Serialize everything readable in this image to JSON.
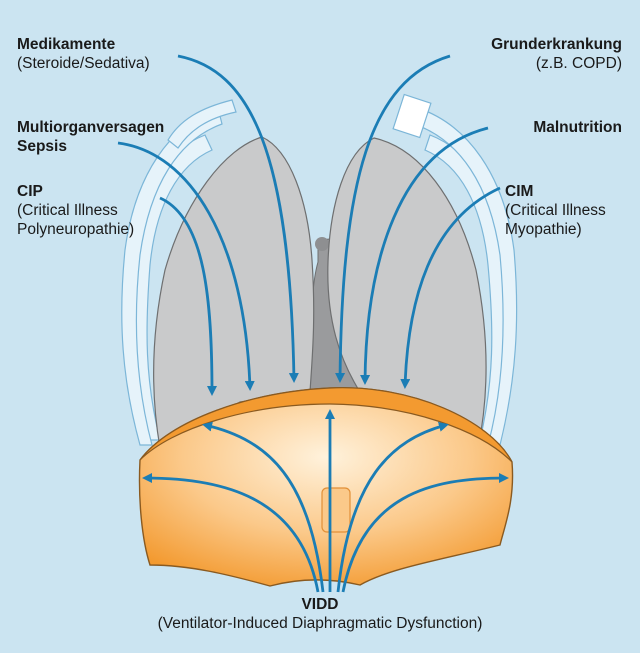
{
  "labels": {
    "medikamente": {
      "title": "Medikamente",
      "sub": "(Steroide/Sedativa)"
    },
    "grunderkrankung": {
      "title": "Grunderkrankung",
      "sub": "(z.B. COPD)"
    },
    "multiorgan": {
      "line1": "Multiorganversagen",
      "line2": "Sepsis"
    },
    "malnutrition": {
      "title": "Malnutrition"
    },
    "cip": {
      "title": "CIP",
      "sub1": "(Critical Illness",
      "sub2": "Polyneuropathie)"
    },
    "cim": {
      "title": "CIM",
      "sub1": "(Critical Illness",
      "sub2": "Myopathie)"
    },
    "vidd": {
      "title": "VIDD",
      "sub": "(Ventilator-Induced Diaphragmatic Dysfunction)"
    }
  },
  "colors": {
    "background": "#cbe4f1",
    "arrow": "#1b7db5",
    "lung": "#c9cacb",
    "diaphragm": "#f7a84a",
    "ribs": "#e6f3fa"
  }
}
